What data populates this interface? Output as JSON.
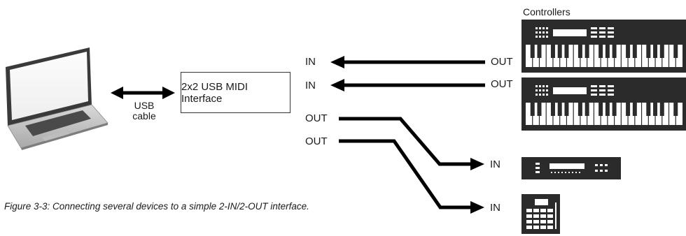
{
  "interface": {
    "label": "2x2 USB MIDI Interface"
  },
  "usb": {
    "line1": "USB",
    "line2": "cable"
  },
  "ports": {
    "in1": "IN",
    "in2": "IN",
    "out1": "OUT",
    "out2": "OUT",
    "ctrl_out1": "OUT",
    "ctrl_out2": "OUT",
    "module_in": "IN",
    "drum_in": "IN"
  },
  "controllers": {
    "title": "Controllers"
  },
  "caption": "Figure 3-3: Connecting several devices to a simple 2-IN/2-OUT interface.",
  "colors": {
    "device": "#2b2b2b",
    "line": "#000000",
    "text": "#1a1a1a"
  },
  "icons": [
    "laptop-icon",
    "keyboard-controller-icon",
    "sound-module-icon",
    "drum-machine-icon"
  ]
}
